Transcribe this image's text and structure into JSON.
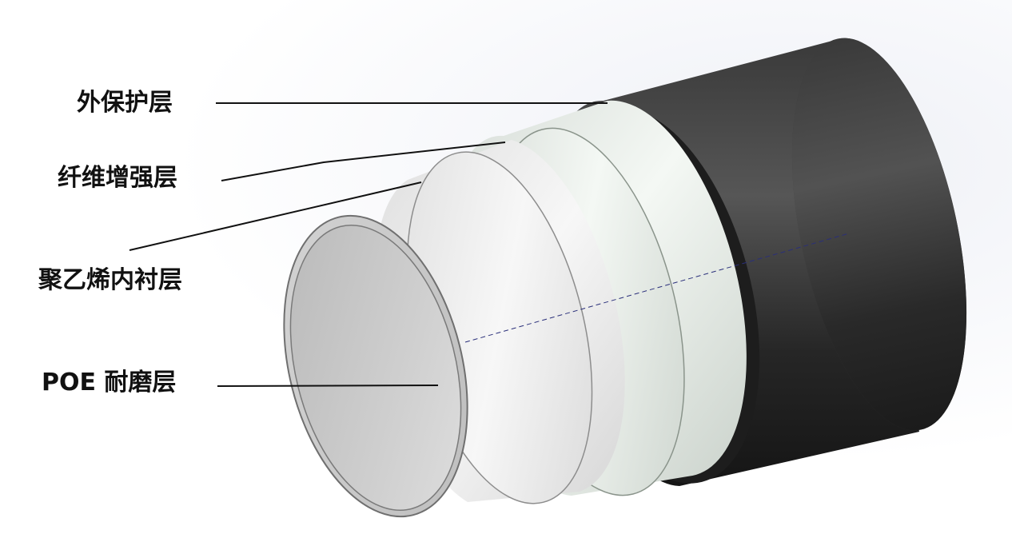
{
  "diagram": {
    "layers": [
      {
        "id": "outer",
        "label": "外保护层",
        "color": "#2b2b2b"
      },
      {
        "id": "fiber",
        "label": "纤维增强层",
        "color": "#e6ece7"
      },
      {
        "id": "pe",
        "label": "聚乙烯内衬层",
        "color": "#e8e8e8"
      },
      {
        "id": "poe",
        "label": "POE 耐磨层",
        "color": "#cfcfcf"
      }
    ]
  }
}
